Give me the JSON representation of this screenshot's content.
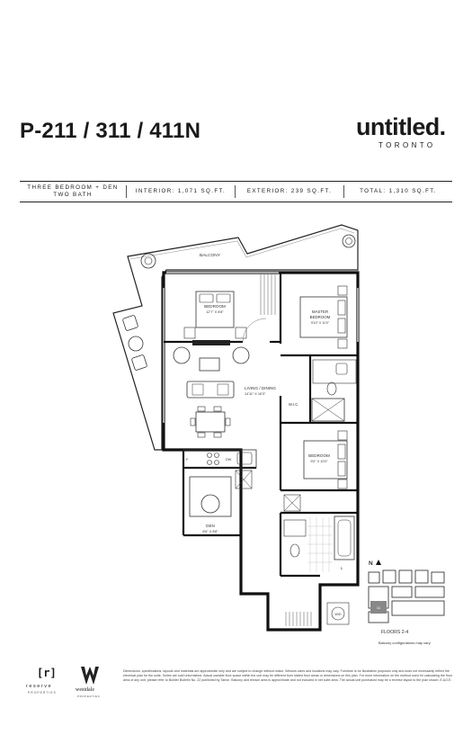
{
  "header": {
    "unit_title": "P-211 / 311 / 411N",
    "brand_name": "untitled.",
    "brand_city": "TORONTO"
  },
  "info_bar": {
    "unit_type_line1": "THREE BEDROOM + DEN",
    "unit_type_line2": "TWO BATH",
    "interior": "INTERIOR: 1,071 SQ.FT.",
    "exterior": "EXTERIOR: 239 SQ.FT.",
    "total": "TOTAL: 1,310 SQ.FT."
  },
  "floorplan": {
    "balcony": "BALCONY",
    "bedroom": {
      "name": "BEDROOM",
      "size": "12'7\" X 8'8\""
    },
    "master_bedroom": {
      "name_line1": "MASTER",
      "name_line2": "BEDROOM",
      "size": "9'10\" X 11'0\""
    },
    "living_dining": {
      "name": "LIVING / DINING",
      "size": "14'11\" X 16'3\""
    },
    "wic": "W.I.C.",
    "bedroom2": {
      "name": "BEDROOM",
      "size": "9'0\" X 10'0\""
    },
    "den": {
      "name": "DEN",
      "size": "8'6\" X 8'8\""
    },
    "fridge": "F",
    "dishwasher": "DW",
    "linen": "L",
    "washer_dryer": "W/D"
  },
  "keyplan": {
    "north": "N",
    "floors": "FLOORS 2-4",
    "note": "Balcony configurations may vary.",
    "unit_mark": "11"
  },
  "footer": {
    "disclaimer": "Dimensions, specifications, layouts and materials are approximate only and are subject to change without notice. Window sizes and locations may vary. Furniture is for illustration purposes only and does not necessarily reflect the electrical plan for the suite. Suites are sold unfurnished. Actual useable floor space within the unit may be different from stated floor areas or dimensions on this plan. For more information on the method used for calculating the floor area of any unit, please refer to Builder Bulletin No. 22 published by Tarion. Balcony and terrace area is approximate and not included in net suite area. The actual unit purchased may be a reverse layout to the plan shown. E.&O.E.",
    "logo_reserve_mark": "[r]",
    "logo_reserve": "reserve",
    "logo_reserve_sub": "PROPERTIES",
    "logo_westdale": "westdale",
    "logo_westdale_sub": "PROPERTIES"
  }
}
